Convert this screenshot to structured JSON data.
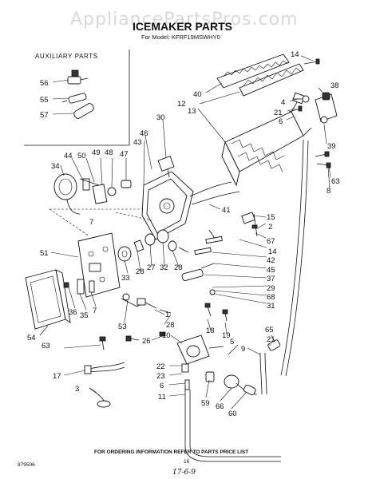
{
  "watermark": "AppliancePartsPros.com",
  "title": "ICEMAKER PARTS",
  "model_line": "For Model: KFRF19MSWHY0",
  "auxiliary_title": "AUXILIARY PARTS",
  "footer": "FOR ORDERING INFORMATION REFER TO PARTS PRICE LIST",
  "page_number": "16",
  "doc_code": "879596",
  "handwritten_date": "17-6-9",
  "labels": [
    "56",
    "55",
    "57",
    "14",
    "38",
    "40",
    "12",
    "13",
    "4",
    "21",
    "6",
    "39",
    "30",
    "46",
    "43",
    "44",
    "50",
    "49",
    "48",
    "47",
    "34",
    "63",
    "8",
    "41",
    "15",
    "2",
    "7",
    "67",
    "51",
    "14",
    "42",
    "45",
    "37",
    "29",
    "68",
    "31",
    "33",
    "28",
    "27",
    "32",
    "28",
    "36",
    "35",
    "7",
    "53",
    "1",
    "28",
    "54",
    "10",
    "26",
    "18",
    "19",
    "5",
    "65",
    "21",
    "9",
    "63",
    "17",
    "22",
    "23",
    "6",
    "3",
    "11",
    "59",
    "66",
    "60"
  ]
}
